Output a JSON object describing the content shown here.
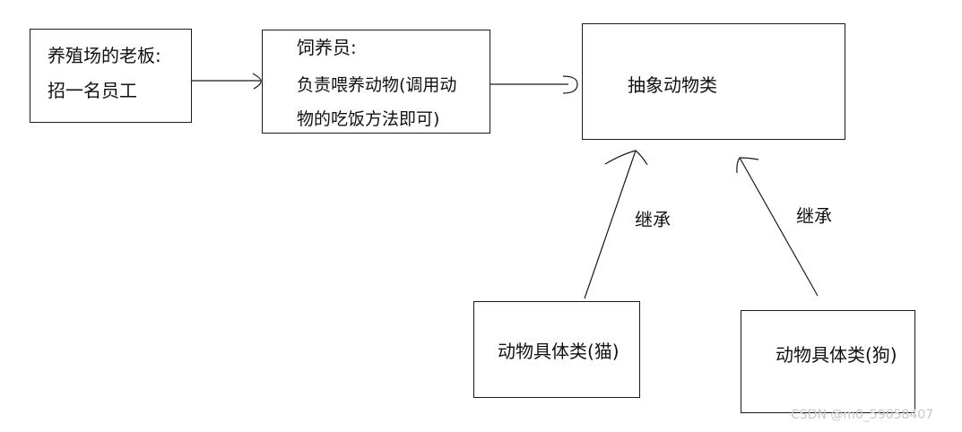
{
  "boxes": {
    "boss": {
      "line1": "养殖场的老板:",
      "line2": "招一名员工"
    },
    "feeder": {
      "line1": "饲养员:",
      "line2": "负责喂养动物(调用动",
      "line3": "物的吃饭方法即可)"
    },
    "abstract_animal": {
      "label": "抽象动物类"
    },
    "cat": {
      "label": "动物具体类(猫)"
    },
    "dog": {
      "label": "动物具体类(狗)"
    }
  },
  "edges": {
    "inherit_left": {
      "label": "继承"
    },
    "inherit_right": {
      "label": "继承"
    }
  },
  "watermark": "CSDN @m0_59058407",
  "colors": {
    "stroke": "#1a1a1a",
    "text": "#111111",
    "watermark": "#c8c8c8"
  }
}
